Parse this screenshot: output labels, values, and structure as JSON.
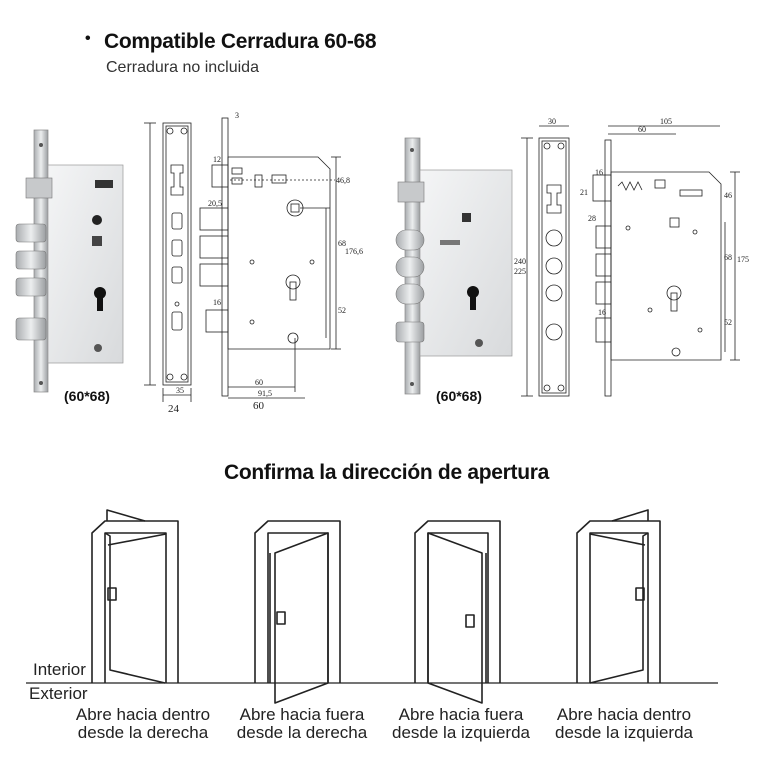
{
  "header": {
    "bullet": "•",
    "title": "Compatible Cerradura 60-68",
    "subtitle": "Cerradura no incluida"
  },
  "locks": [
    {
      "model_label": "(60*68)",
      "dimensions": [
        "3",
        "12",
        "46,8",
        "20,5",
        "68",
        "176,6",
        "16",
        "52",
        "60",
        "91,5",
        "60",
        "24",
        "35"
      ]
    },
    {
      "model_label": "(60*68)",
      "dimensions": [
        "30",
        "105",
        "60",
        "21",
        "16",
        "46",
        "28",
        "68",
        "175",
        "52",
        "16",
        "240",
        "225"
      ]
    }
  ],
  "section_title": "Confirma la dirección de apertura",
  "side_labels": {
    "interior": "Interior",
    "exterior": "Exterior"
  },
  "doors": [
    {
      "line1": "Abre hacia dentro",
      "line2": "desde la derecha"
    },
    {
      "line1": "Abre hacia fuera",
      "line2": "desde la derecha"
    },
    {
      "line1": "Abre hacia fuera",
      "line2": "desde la izquierda"
    },
    {
      "line1": "Abre hacia dentro",
      "line2": "desde la izquierda"
    }
  ]
}
